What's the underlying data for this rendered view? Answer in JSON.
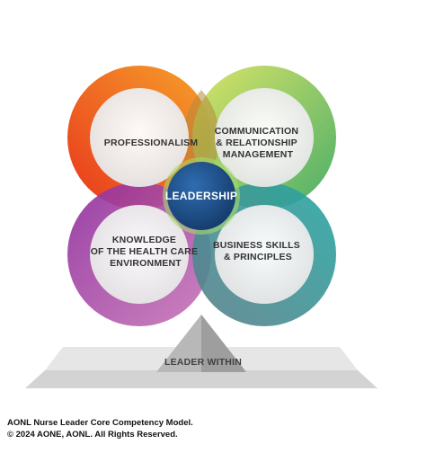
{
  "model": {
    "center": "LEADERSHIP",
    "rings": [
      {
        "id": "professionalism",
        "lines": [
          "PROFESSIONALISM"
        ]
      },
      {
        "id": "communication",
        "lines": [
          "COMMUNICATION",
          "& RELATIONSHIP",
          "MANAGEMENT"
        ]
      },
      {
        "id": "knowledge",
        "lines": [
          "KNOWLEDGE",
          "OF THE HEALTH CARE",
          "ENVIRONMENT"
        ]
      },
      {
        "id": "business",
        "lines": [
          "BUSINESS SKILLS",
          "& PRINCIPLES"
        ]
      }
    ],
    "base": "LEADER WITHIN"
  },
  "colors": {
    "professionalism": [
      "#f7a12a",
      "#e8361c"
    ],
    "communication": [
      "#d6e05a",
      "#3aa75d"
    ],
    "knowledge": [
      "#c060b0",
      "#8a2a9a"
    ],
    "business": [
      "#2aa6a0",
      "#3c7a8a"
    ],
    "center": "#1d4f8a"
  },
  "footer": {
    "line1": "AONL Nurse Leader Core Competency Model.",
    "line2": "© 2024 AONE, AONL. All Rights Reserved."
  }
}
